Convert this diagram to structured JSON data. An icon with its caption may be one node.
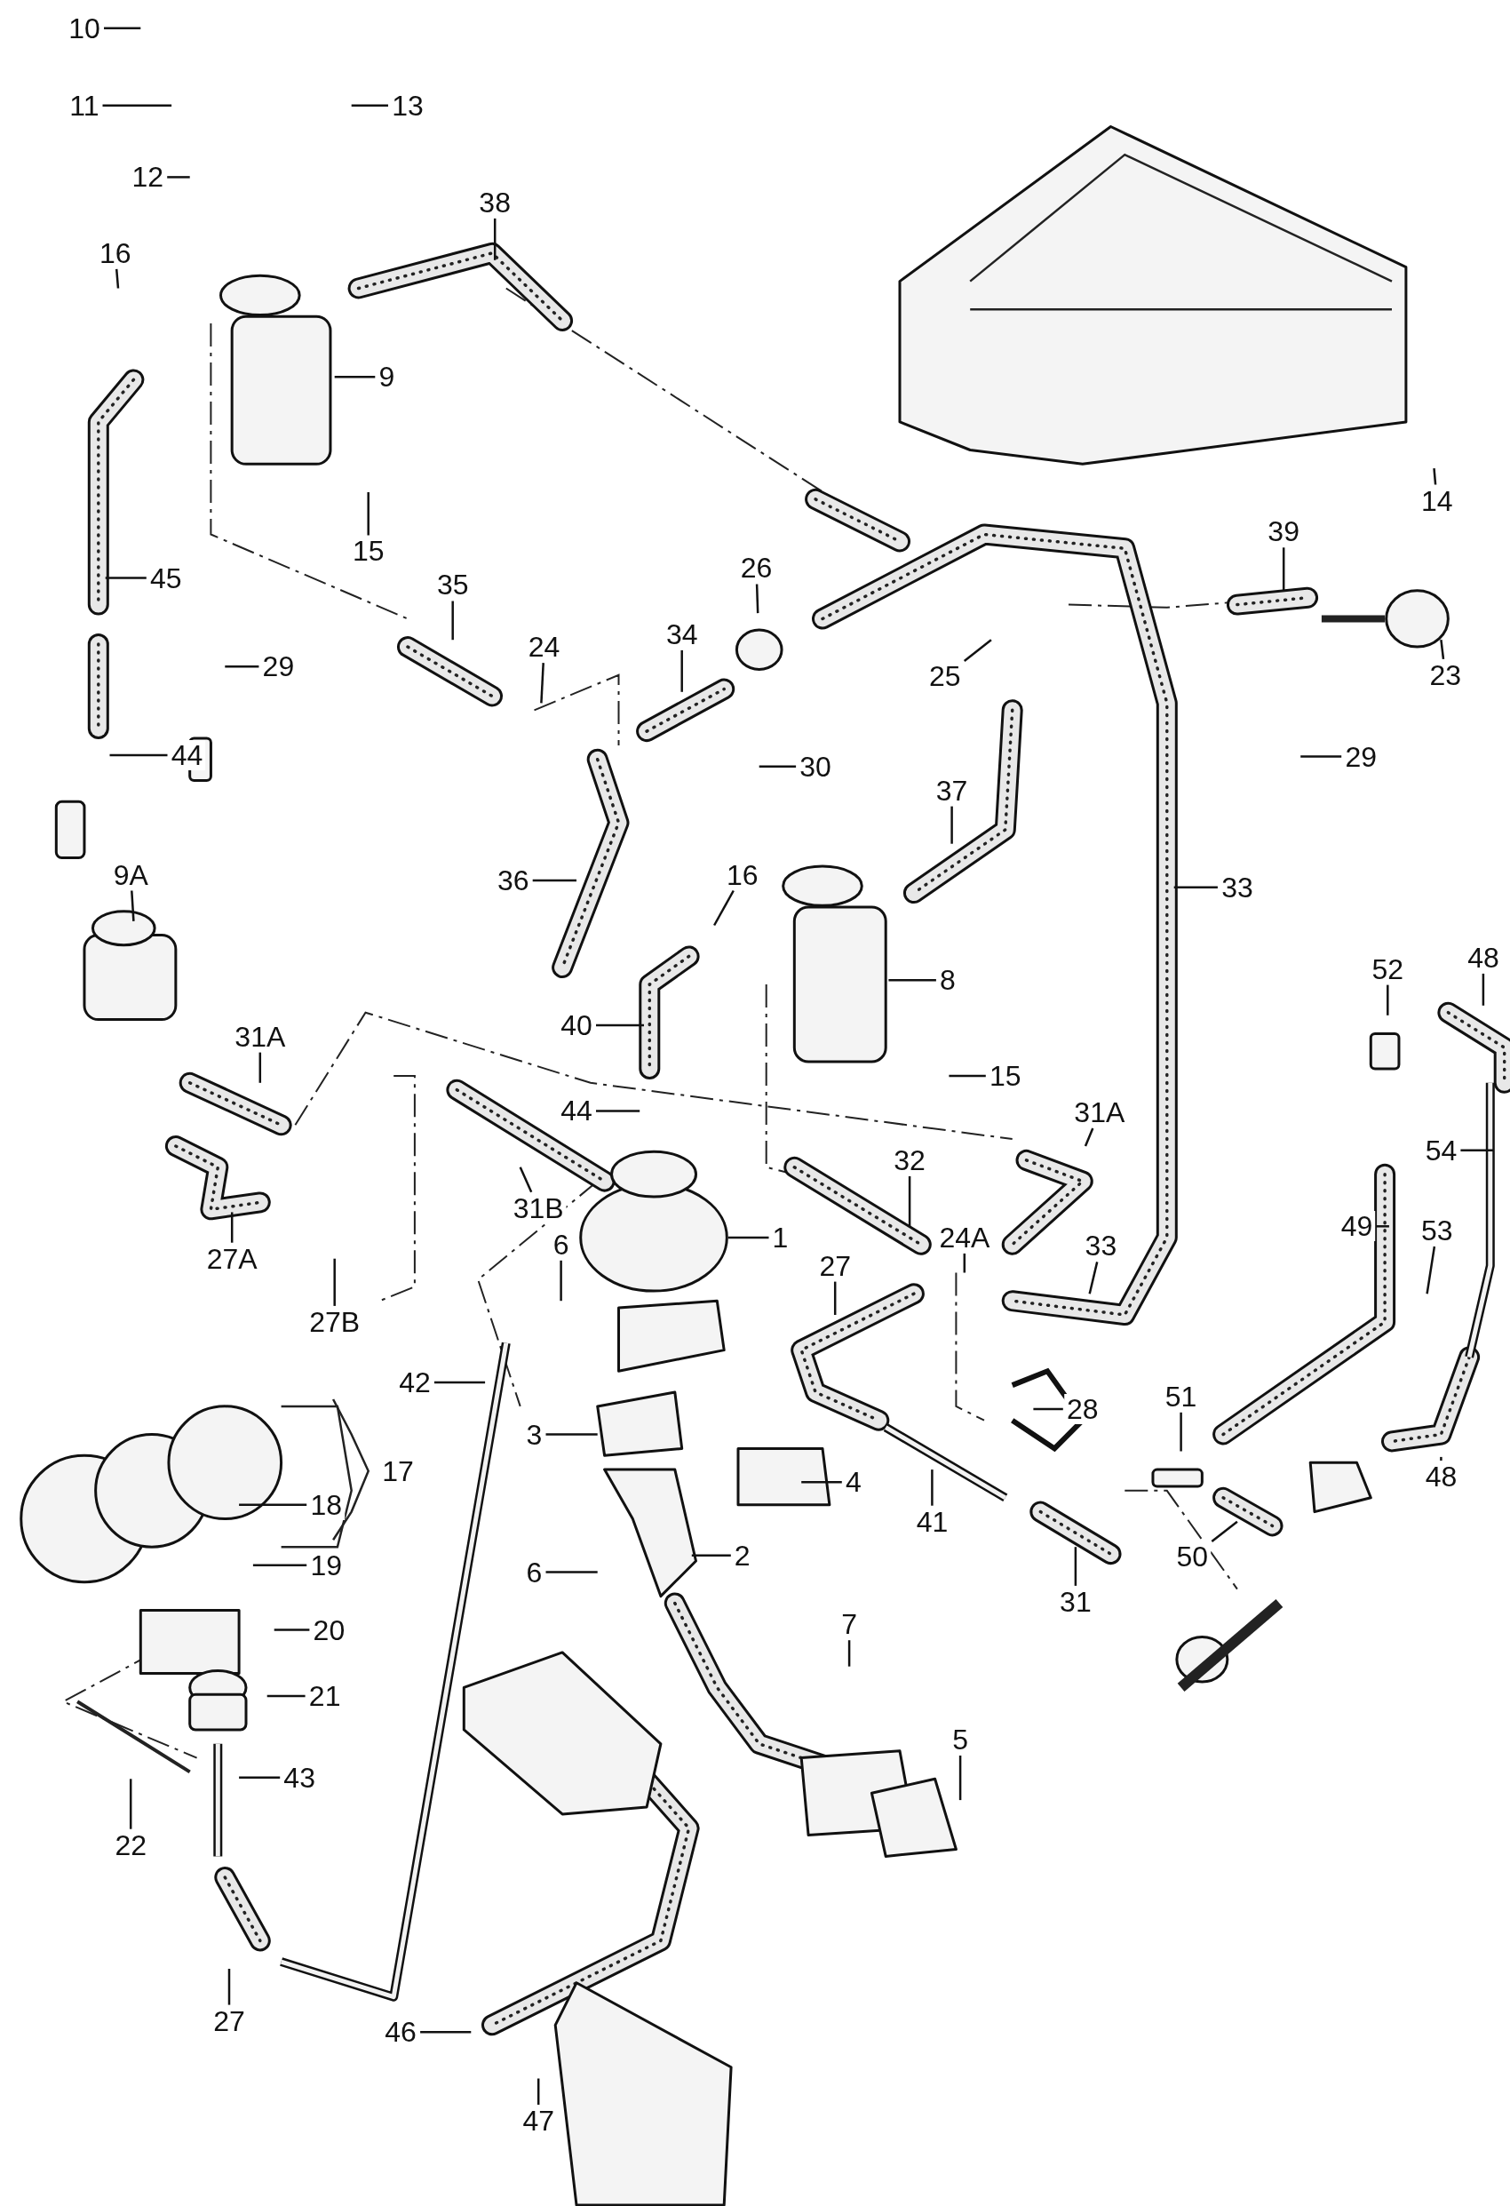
{
  "diagram": {
    "nodes": [
      {
        "text": [
          "10"
        ]
      },
      {
        "text": [
          "11"
        ]
      },
      {
        "text": [
          "12"
        ]
      },
      {
        "text": [
          "13"
        ]
      },
      {
        "text": [
          "16"
        ]
      },
      {
        "text": [
          "9"
        ]
      },
      {
        "text": [
          "15"
        ]
      },
      {
        "text": [
          "38"
        ]
      },
      {
        "text": [
          "14"
        ]
      },
      {
        "text": [
          "39"
        ]
      },
      {
        "text": [
          "23"
        ]
      },
      {
        "text": [
          "26"
        ]
      },
      {
        "text": [
          "35"
        ]
      },
      {
        "text": [
          "34"
        ]
      },
      {
        "text": [
          "24"
        ]
      },
      {
        "text": [
          "25"
        ]
      },
      {
        "text": [
          "45"
        ]
      },
      {
        "text": [
          "29"
        ]
      },
      {
        "text": [
          "44"
        ]
      },
      {
        "text": [
          "30"
        ]
      },
      {
        "text": [
          "29"
        ]
      },
      {
        "text": [
          "37"
        ]
      },
      {
        "text": [
          "33"
        ]
      },
      {
        "text": [
          "36"
        ]
      },
      {
        "text": [
          "9A"
        ]
      },
      {
        "text": [
          "16"
        ]
      },
      {
        "text": [
          "8"
        ]
      },
      {
        "text": [
          "52"
        ]
      },
      {
        "text": [
          "48"
        ]
      },
      {
        "text": [
          "40"
        ]
      },
      {
        "text": [
          "15"
        ]
      },
      {
        "text": [
          "31A"
        ]
      },
      {
        "text": [
          "44"
        ]
      },
      {
        "text": [
          "31A"
        ]
      },
      {
        "text": [
          "54"
        ]
      },
      {
        "text": [
          "32"
        ]
      },
      {
        "text": [
          "31B"
        ]
      },
      {
        "text": [
          "49"
        ]
      },
      {
        "text": [
          "1"
        ]
      },
      {
        "text": [
          "27A"
        ]
      },
      {
        "text": [
          "24A"
        ]
      },
      {
        "text": [
          "33"
        ]
      },
      {
        "text": [
          "27"
        ]
      },
      {
        "text": [
          "6"
        ]
      },
      {
        "text": [
          "53"
        ]
      },
      {
        "text": [
          "27B"
        ]
      },
      {
        "text": [
          "42"
        ]
      },
      {
        "text": [
          "28"
        ]
      },
      {
        "text": [
          "51"
        ]
      },
      {
        "text": [
          "3"
        ]
      },
      {
        "text": [
          "4"
        ]
      },
      {
        "text": [
          "41"
        ]
      },
      {
        "text": [
          "18"
        ]
      },
      {
        "text": [
          "48"
        ]
      },
      {
        "text": [
          "50"
        ]
      },
      {
        "text": [
          "19"
        ]
      },
      {
        "text": [
          "2"
        ]
      },
      {
        "text": [
          "31"
        ]
      },
      {
        "text": [
          "6"
        ]
      },
      {
        "text": [
          "20"
        ]
      },
      {
        "text": [
          "7"
        ]
      },
      {
        "text": [
          "21"
        ]
      },
      {
        "text": [
          "5"
        ]
      },
      {
        "text": [
          "43"
        ]
      },
      {
        "text": [
          "22"
        ]
      },
      {
        "text": [
          "27"
        ]
      },
      {
        "text": [
          "46"
        ]
      },
      {
        "text": [
          "47"
        ]
      },
      {
        "text": [
          "17"
        ]
      }
    ],
    "edges": [
      {
        "from": 0,
        "to": null,
        "arrow": "none"
      },
      {
        "from": 1,
        "to": null,
        "arrow": "none"
      },
      {
        "from": 2,
        "to": null,
        "arrow": "none"
      },
      {
        "from": 3,
        "to": null,
        "arrow": "none"
      },
      {
        "from": 4,
        "to": null,
        "arrow": "none"
      },
      {
        "from": 5,
        "to": null,
        "arrow": "none"
      },
      {
        "from": 6,
        "to": null,
        "arrow": "none"
      },
      {
        "from": 7,
        "to": null,
        "arrow": "none"
      },
      {
        "from": 8,
        "to": null,
        "arrow": "none"
      },
      {
        "from": 9,
        "to": null,
        "arrow": "none"
      },
      {
        "from": 10,
        "to": null,
        "arrow": "none"
      },
      {
        "from": 11,
        "to": null,
        "arrow": "none"
      },
      {
        "from": 12,
        "to": null,
        "arrow": "none"
      },
      {
        "from": 13,
        "to": null,
        "arrow": "none"
      },
      {
        "from": 14,
        "to": null,
        "arrow": "none"
      },
      {
        "from": 15,
        "to": null,
        "arrow": "none"
      },
      {
        "from": 16,
        "to": null,
        "arrow": "none"
      },
      {
        "from": 17,
        "to": null,
        "arrow": "none"
      },
      {
        "from": 18,
        "to": null,
        "arrow": "none"
      },
      {
        "from": 19,
        "to": null,
        "arrow": "none"
      },
      {
        "from": 20,
        "to": null,
        "arrow": "none"
      },
      {
        "from": 21,
        "to": null,
        "arrow": "none"
      },
      {
        "from": 22,
        "to": null,
        "arrow": "none"
      },
      {
        "from": 23,
        "to": null,
        "arrow": "none"
      },
      {
        "from": 24,
        "to": null,
        "arrow": "none"
      },
      {
        "from": 25,
        "to": null,
        "arrow": "none"
      },
      {
        "from": 26,
        "to": null,
        "arrow": "none"
      },
      {
        "from": 27,
        "to": null,
        "arrow": "none"
      },
      {
        "from": 28,
        "to": null,
        "arrow": "none"
      },
      {
        "from": 29,
        "to": null,
        "arrow": "none"
      },
      {
        "from": 30,
        "to": null,
        "arrow": "none"
      },
      {
        "from": 31,
        "to": null,
        "arrow": "none"
      },
      {
        "from": 32,
        "to": null,
        "arrow": "none"
      },
      {
        "from": 33,
        "to": null,
        "arrow": "none"
      },
      {
        "from": 34,
        "to": null,
        "arrow": "none"
      },
      {
        "from": 35,
        "to": null,
        "arrow": "none"
      },
      {
        "from": 36,
        "to": null,
        "arrow": "none"
      },
      {
        "from": 37,
        "to": null,
        "arrow": "none"
      },
      {
        "from": 38,
        "to": null,
        "arrow": "none"
      },
      {
        "from": 39,
        "to": null,
        "arrow": "none"
      },
      {
        "from": 40,
        "to": null,
        "arrow": "none"
      },
      {
        "from": 41,
        "to": null,
        "arrow": "none"
      },
      {
        "from": 42,
        "to": null,
        "arrow": "none"
      },
      {
        "from": 43,
        "to": null,
        "arrow": "none"
      },
      {
        "from": 44,
        "to": null,
        "arrow": "none"
      },
      {
        "from": 45,
        "to": null,
        "arrow": "none"
      },
      {
        "from": 46,
        "to": null,
        "arrow": "none"
      },
      {
        "from": 47,
        "to": null,
        "arrow": "none"
      },
      {
        "from": 48,
        "to": null,
        "arrow": "none"
      },
      {
        "from": 49,
        "to": null,
        "arrow": "none"
      },
      {
        "from": 50,
        "to": null,
        "arrow": "none"
      },
      {
        "from": 51,
        "to": null,
        "arrow": "none"
      },
      {
        "from": 52,
        "to": null,
        "arrow": "none"
      },
      {
        "from": 53,
        "to": null,
        "arrow": "none"
      },
      {
        "from": 54,
        "to": null,
        "arrow": "none"
      },
      {
        "from": 55,
        "to": null,
        "arrow": "none"
      },
      {
        "from": 56,
        "to": null,
        "arrow": "none"
      },
      {
        "from": 57,
        "to": null,
        "arrow": "none"
      },
      {
        "from": 58,
        "to": null,
        "arrow": "none"
      },
      {
        "from": 59,
        "to": null,
        "arrow": "none"
      },
      {
        "from": 60,
        "to": null,
        "arrow": "none"
      },
      {
        "from": 61,
        "to": null,
        "arrow": "none"
      },
      {
        "from": 62,
        "to": null,
        "arrow": "none"
      },
      {
        "from": 63,
        "to": null,
        "arrow": "none"
      },
      {
        "from": 64,
        "to": null,
        "arrow": "none"
      },
      {
        "from": 65,
        "to": null,
        "arrow": "none"
      },
      {
        "from": 66,
        "to": null,
        "arrow": "none"
      },
      {
        "from": 67,
        "to": null,
        "arrow": "none"
      }
    ]
  }
}
